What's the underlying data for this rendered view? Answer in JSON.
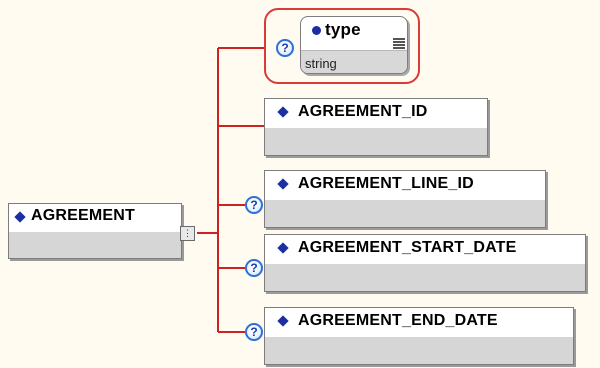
{
  "root": {
    "name": "AGREEMENT"
  },
  "attribute": {
    "name": "type",
    "type": "string",
    "optional_icon": "question-mark-icon",
    "menu_icon": "list-lines-icon"
  },
  "children": [
    {
      "name": "AGREEMENT_ID",
      "optional": false
    },
    {
      "name": "AGREEMENT_LINE_ID",
      "optional": true
    },
    {
      "name": "AGREEMENT_START_DATE",
      "optional": true
    },
    {
      "name": "AGREEMENT_END_DATE",
      "optional": true
    }
  ],
  "colors": {
    "connector": "#cc2222",
    "attribute_frame": "#d93a3a",
    "element_diamond": "#1c2fa0",
    "box_lower": "#d6d6d6",
    "background": "#fffbf0"
  }
}
